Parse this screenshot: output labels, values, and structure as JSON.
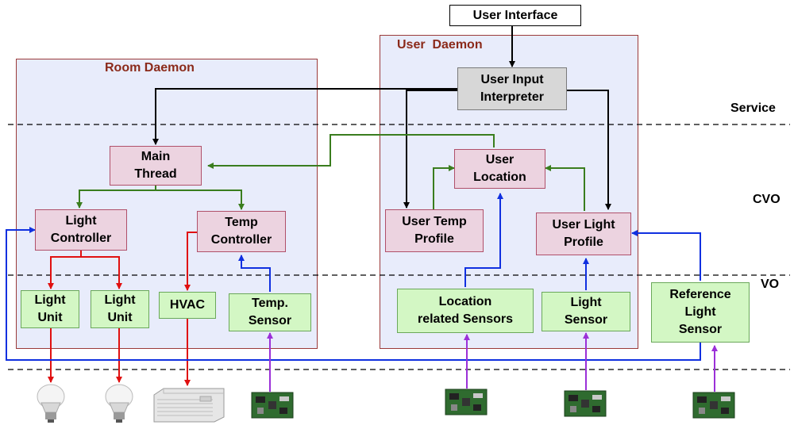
{
  "ui_box": {
    "label": "User Interface"
  },
  "room_daemon": {
    "title": "Room Daemon"
  },
  "user_daemon": {
    "title": "User  Daemon"
  },
  "layers": {
    "service": "Service",
    "cvo": "CVO",
    "vo": "VO"
  },
  "nodes": {
    "user_input_interpreter": "User Input\nInterpreter",
    "main_thread": "Main\nThread",
    "light_controller": "Light\nController",
    "temp_controller": "Temp\nController",
    "user_location": "User\nLocation",
    "user_temp_profile": "User Temp\nProfile",
    "user_light_profile": "User Light\nProfile",
    "light_unit_1": "Light\nUnit",
    "light_unit_2": "Light\nUnit",
    "hvac": "HVAC",
    "temp_sensor": "Temp.\nSensor",
    "location_sensors": "Location\nrelated Sensors",
    "light_sensor": "Light\nSensor",
    "reference_light_sensor": "Reference\nLight\nSensor"
  },
  "devices": [
    "light-bulb",
    "light-bulb",
    "air-conditioner",
    "sensor-board",
    "sensor-board",
    "sensor-board",
    "sensor-board"
  ],
  "colors": {
    "control": "#000000",
    "cvo_flow": "#3a7d1e",
    "actuation": "#e01010",
    "sensing": "#1030e0",
    "physical": "#9b30d8",
    "daemon_border": "#9b3a3a",
    "daemon_fill": "#e8ecfb",
    "cvo_node": "#ecd3e0",
    "vo_node": "#d3f7c4",
    "title_text": "#8b2a1a"
  }
}
